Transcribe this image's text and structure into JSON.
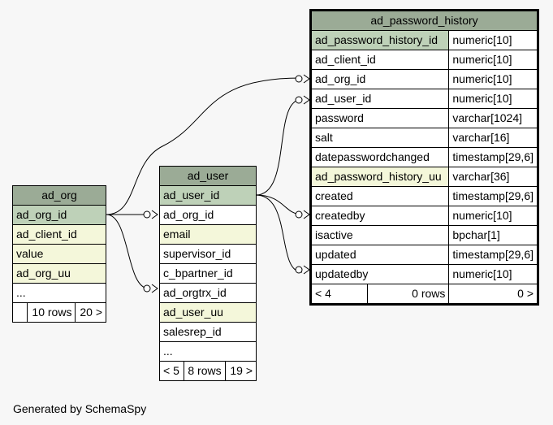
{
  "tables": {
    "ad_org": {
      "title": "ad_org",
      "rows": [
        "ad_org_id",
        "ad_client_id",
        "value",
        "ad_org_uu",
        "..."
      ],
      "footer": {
        "left": "",
        "mid": "10 rows",
        "right": "20 >"
      }
    },
    "ad_user": {
      "title": "ad_user",
      "rows": [
        "ad_user_id",
        "ad_org_id",
        "email",
        "supervisor_id",
        "c_bpartner_id",
        "ad_orgtrx_id",
        "ad_user_uu",
        "salesrep_id",
        "..."
      ],
      "footer": {
        "left": "< 5",
        "mid": "8 rows",
        "right": "19 >"
      }
    },
    "ad_password_history": {
      "title": "ad_password_history",
      "rows": [
        {
          "name": "ad_password_history_id",
          "type": "numeric[10]"
        },
        {
          "name": "ad_client_id",
          "type": "numeric[10]"
        },
        {
          "name": "ad_org_id",
          "type": "numeric[10]"
        },
        {
          "name": "ad_user_id",
          "type": "numeric[10]"
        },
        {
          "name": "password",
          "type": "varchar[1024]"
        },
        {
          "name": "salt",
          "type": "varchar[16]"
        },
        {
          "name": "datepasswordchanged",
          "type": "timestamp[29,6]"
        },
        {
          "name": "ad_password_history_uu",
          "type": "varchar[36]"
        },
        {
          "name": "created",
          "type": "timestamp[29,6]"
        },
        {
          "name": "createdby",
          "type": "numeric[10]"
        },
        {
          "name": "isactive",
          "type": "bpchar[1]"
        },
        {
          "name": "updated",
          "type": "timestamp[29,6]"
        },
        {
          "name": "updatedby",
          "type": "numeric[10]"
        }
      ],
      "footer": {
        "left": "< 4",
        "mid": "0 rows",
        "right": "0 >"
      }
    }
  },
  "footer_text": "Generated by SchemaSpy"
}
